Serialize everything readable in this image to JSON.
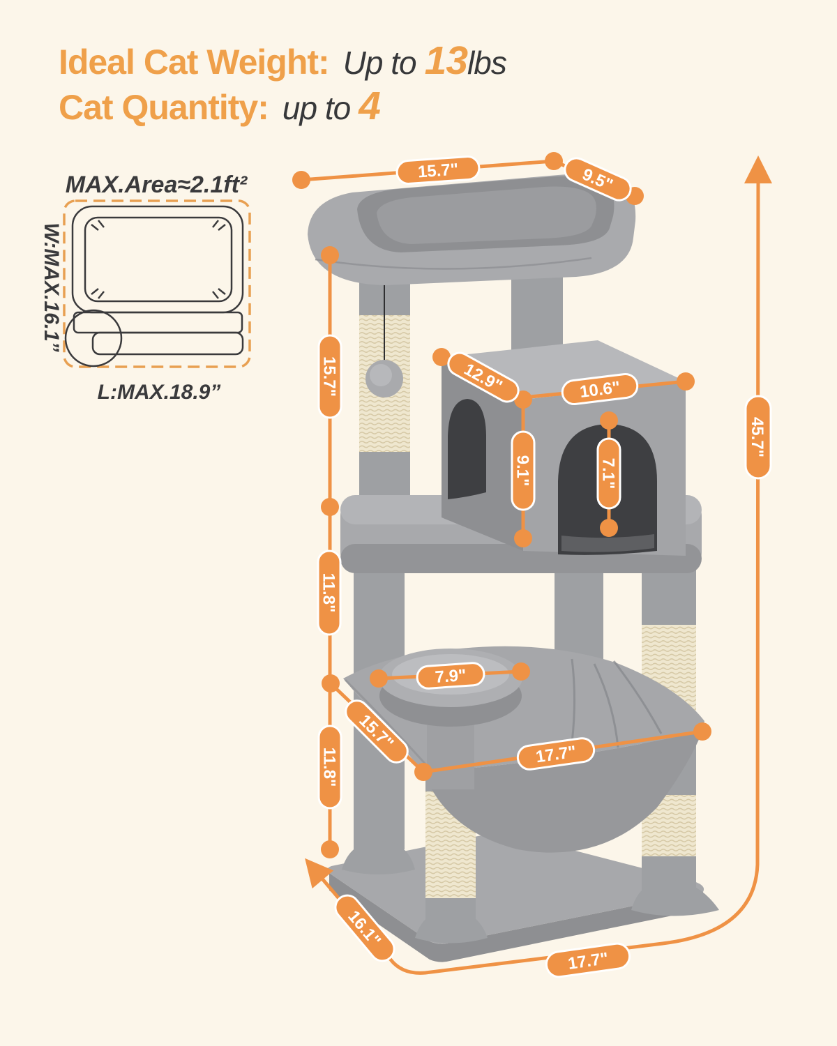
{
  "header": {
    "weight_label": "Ideal Cat Weight:",
    "weight_prefix": "Up to",
    "weight_value": "13",
    "weight_unit": "lbs",
    "quantity_label": "Cat Quantity:",
    "quantity_prefix": "up to",
    "quantity_value": "4"
  },
  "area_diagram": {
    "title": "MAX.Area≈2.1ft²",
    "width_label": "W:MAX.16.1”",
    "length_label": "L:MAX.18.9”"
  },
  "dims": {
    "top_bed_length": "15.7\"",
    "top_bed_depth": "9.5\"",
    "upper_section_height": "15.7\"",
    "condo_roof_depth": "12.9\"",
    "condo_roof_width": "10.6\"",
    "condo_height": "9.1\"",
    "condo_door_height": "7.1\"",
    "middle_section_height": "11.8\"",
    "perch_diameter": "7.9\"",
    "hammock_side_depth": "15.7\"",
    "hammock_width": "17.7\"",
    "lower_section_height": "11.8\"",
    "total_height": "45.7\"",
    "base_depth": "16.1\"",
    "base_width": "17.7\""
  },
  "colors": {
    "background": "#FCF6EA",
    "accent_orange": "#EF9245",
    "heading_orange": "#EFA04A",
    "text_dark": "#37383A",
    "plush_gray": "#A7A8AB",
    "sisal_beige": "#EFE7CF"
  }
}
